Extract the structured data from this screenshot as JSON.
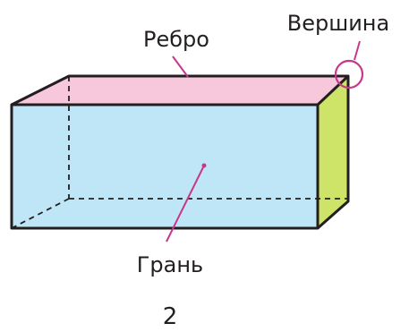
{
  "labels": {
    "edge": "Ребро",
    "vertex": "Вершина",
    "face": "Грань"
  },
  "page_number": "2",
  "colors": {
    "top_face": "#f7c7dc",
    "front_face": "#bfe6f7",
    "side_face": "#cde468",
    "outline": "#231f20",
    "pointer": "#c8378a"
  }
}
